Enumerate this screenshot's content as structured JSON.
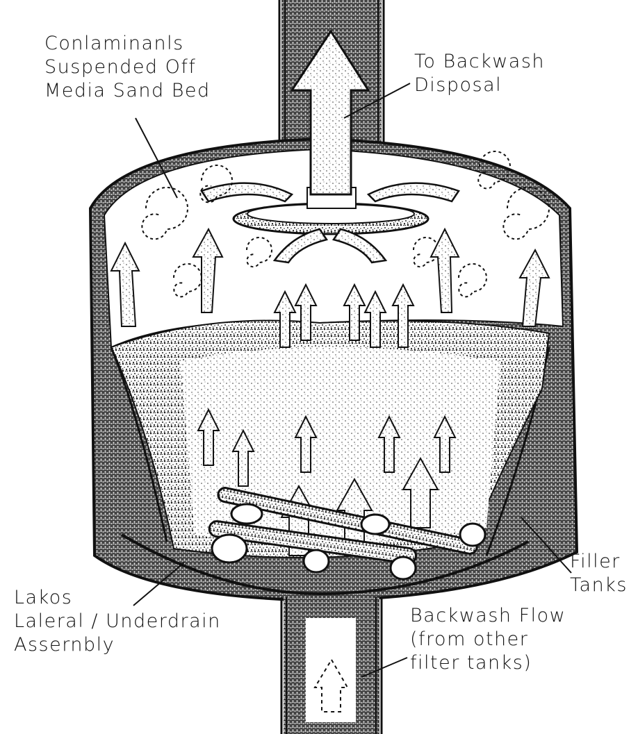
{
  "labels": {
    "contaminants": {
      "line1": "Conlaminanls",
      "line2": "Suspended Off",
      "line3": "Media Sand Bed"
    },
    "backwash_disposal": {
      "line1": "To Backwash",
      "line2": "Disposal"
    },
    "filter_tanks": {
      "line1": "Filler",
      "line2": "Tanks"
    },
    "lakos_assembly": {
      "line1": "Lakos",
      "line2": "Laleral / Underdrain",
      "line3": "Assernbly"
    },
    "backwash_flow": {
      "line1": "Backwash Flow",
      "line2": "(from other",
      "line3": "filter tanks)"
    }
  },
  "colors": {
    "ink": "#111111",
    "media": "#8a8a8a",
    "paper": "#ffffff"
  }
}
